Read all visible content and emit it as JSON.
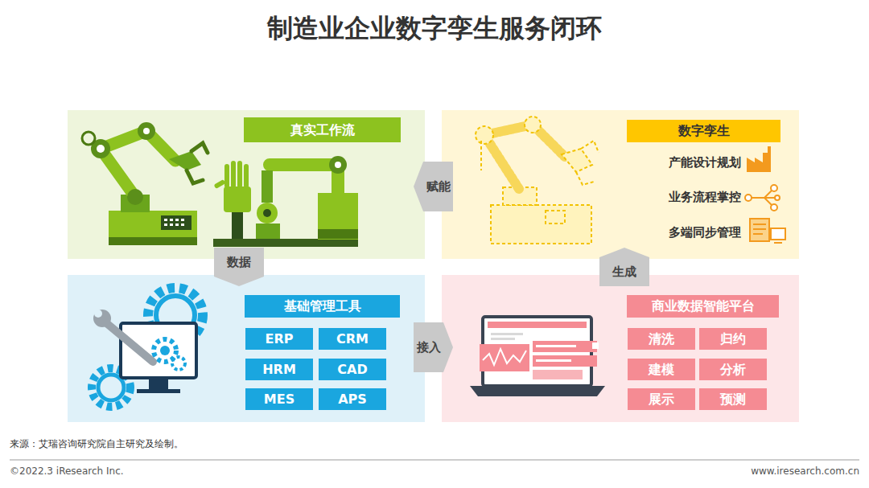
{
  "diagram": {
    "title": "制造业企业数字孪生服务闭环",
    "nodes": [
      {
        "text": [
          "真实工作流"
        ]
      },
      {
        "text": [
          "数字孪生",
          "产能设计规划",
          "业务流程掌控",
          "多端同步管理"
        ]
      },
      {
        "text": [
          "基础管理工具"
        ]
      },
      {
        "text": [
          "ERP"
        ],
        "in": 2
      },
      {
        "text": [
          "CRM"
        ],
        "in": 2
      },
      {
        "text": [
          "HRM"
        ],
        "in": 2
      },
      {
        "text": [
          "CAD"
        ],
        "in": 2
      },
      {
        "text": [
          "MES"
        ],
        "in": 2
      },
      {
        "text": [
          "APS"
        ],
        "in": 2
      },
      {
        "text": [
          "商业数据智能平台"
        ]
      },
      {
        "text": [
          "清洗"
        ],
        "in": 9
      },
      {
        "text": [
          "归约"
        ],
        "in": 9
      },
      {
        "text": [
          "建模"
        ],
        "in": 9
      },
      {
        "text": [
          "分析"
        ],
        "in": 9
      },
      {
        "text": [
          "展示"
        ],
        "in": 9
      },
      {
        "text": [
          "预测"
        ],
        "in": 9
      }
    ],
    "edges": [
      {
        "from": 0,
        "to": 2,
        "label": "数据",
        "arrow": "to"
      },
      {
        "from": 2,
        "to": 9,
        "label": "接入",
        "arrow": "to"
      },
      {
        "from": 9,
        "to": 1,
        "label": "生成",
        "arrow": "to"
      },
      {
        "from": 1,
        "to": 0,
        "label": "赋能",
        "arrow": "to"
      }
    ],
    "labels": [
      "来源：艾瑞咨询研究院自主研究及绘制。",
      "©2022.3 iResearch Inc.",
      "www.iresearch.com.cn"
    ]
  }
}
